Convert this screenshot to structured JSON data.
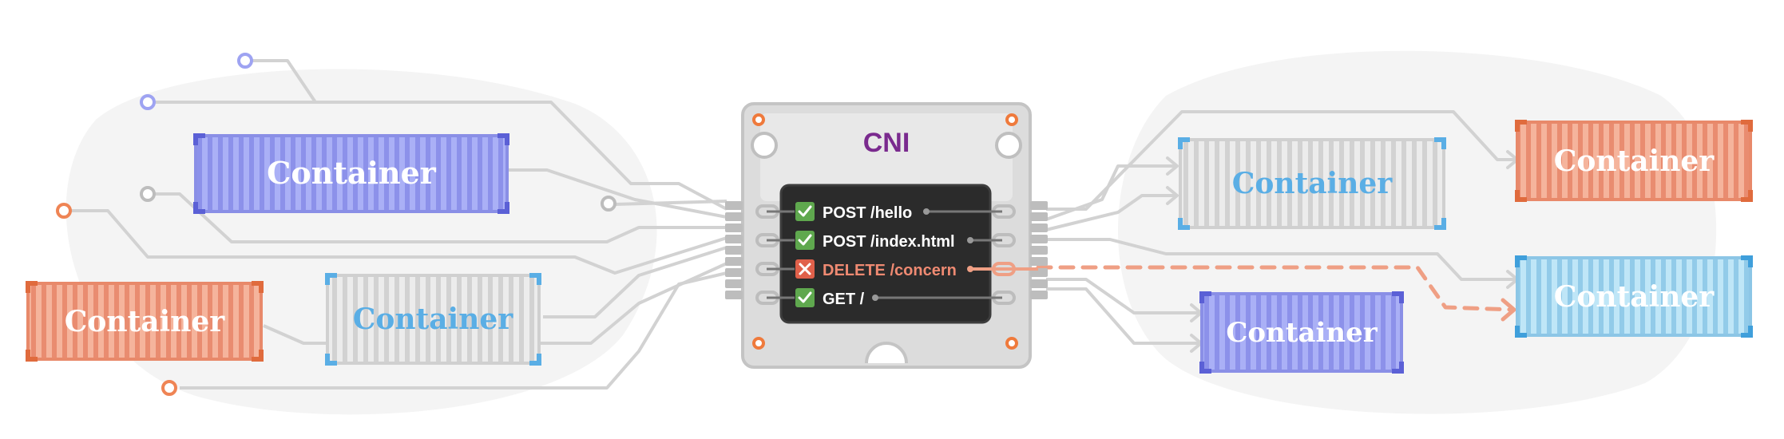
{
  "diagram": {
    "chip": {
      "title": "CNI"
    },
    "requests": [
      {
        "method_path": "POST /hello",
        "status": "allowed"
      },
      {
        "method_path": "POST /index.html",
        "status": "allowed"
      },
      {
        "method_path": "DELETE /concern",
        "status": "denied"
      },
      {
        "method_path": "GET /",
        "status": "allowed"
      }
    ],
    "containers": {
      "left_purple": "Container",
      "left_gray": "Container",
      "left_orange": "Container",
      "right_gray": "Container",
      "right_purple": "Container",
      "right_orange": "Container",
      "right_blue": "Container"
    },
    "colors": {
      "purple": "#9ea3f2",
      "orange": "#ef9f84",
      "gray": "#e2e2e2",
      "blue": "#a9dbf2",
      "cni_title": "#7a2a8e",
      "allowed": "#5fa84e",
      "denied": "#e0604a",
      "wire": "#d4d4d4"
    }
  }
}
